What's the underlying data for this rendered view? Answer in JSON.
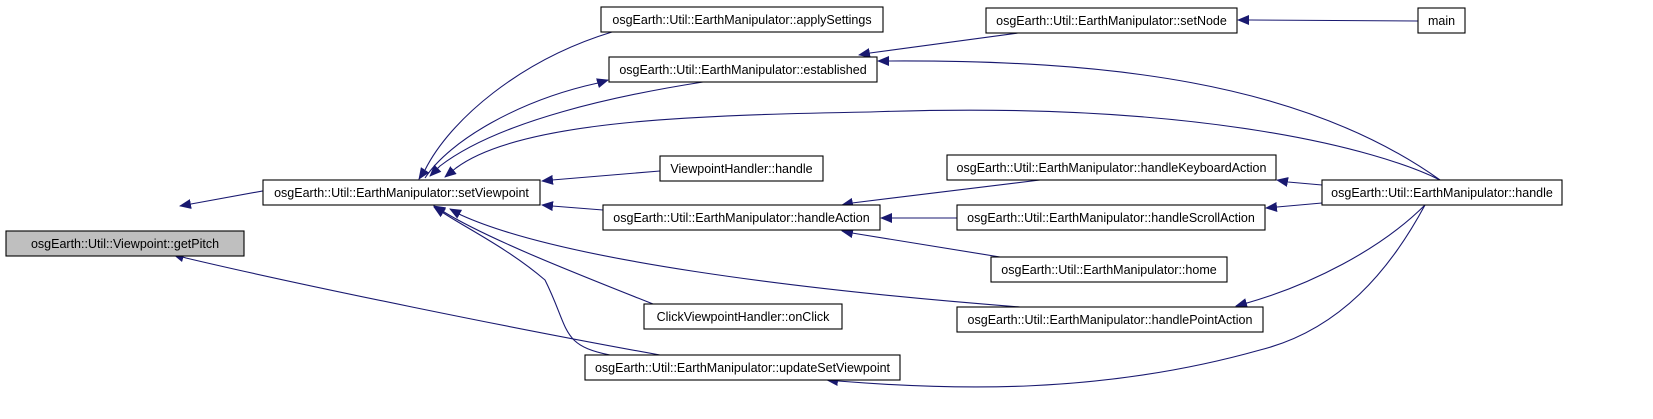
{
  "colors": {
    "node_fill": "#ffffff",
    "highlight_fill": "#bfbfbf",
    "node_border": "#000000",
    "edge": "#191970"
  },
  "nodes": [
    {
      "id": "getPitch",
      "label": "osgEarth::Util::Viewpoint::getPitch",
      "highlight": true
    },
    {
      "id": "setViewpoint",
      "label": "osgEarth::Util::EarthManipulator::setViewpoint"
    },
    {
      "id": "applySettings",
      "label": "osgEarth::Util::EarthManipulator::applySettings"
    },
    {
      "id": "established",
      "label": "osgEarth::Util::EarthManipulator::established"
    },
    {
      "id": "setNode",
      "label": "osgEarth::Util::EarthManipulator::setNode"
    },
    {
      "id": "main",
      "label": "main"
    },
    {
      "id": "vpHandle",
      "label": "ViewpointHandler::handle"
    },
    {
      "id": "handleKeyboard",
      "label": "osgEarth::Util::EarthManipulator::handleKeyboardAction"
    },
    {
      "id": "handleAction",
      "label": "osgEarth::Util::EarthManipulator::handleAction"
    },
    {
      "id": "handleScroll",
      "label": "osgEarth::Util::EarthManipulator::handleScrollAction"
    },
    {
      "id": "emHandle",
      "label": "osgEarth::Util::EarthManipulator::handle"
    },
    {
      "id": "home",
      "label": "osgEarth::Util::EarthManipulator::home"
    },
    {
      "id": "onClick",
      "label": "ClickViewpointHandler::onClick"
    },
    {
      "id": "handlePoint",
      "label": "osgEarth::Util::EarthManipulator::handlePointAction"
    },
    {
      "id": "updateSetViewpoint",
      "label": "osgEarth::Util::EarthManipulator::updateSetViewpoint"
    }
  ],
  "edges": [
    {
      "from": "setViewpoint",
      "to": "getPitch"
    },
    {
      "from": "updateSetViewpoint",
      "to": "getPitch"
    },
    {
      "from": "applySettings",
      "to": "setViewpoint"
    },
    {
      "from": "established",
      "to": "setViewpoint"
    },
    {
      "from": "emHandle",
      "to": "setViewpoint"
    },
    {
      "from": "vpHandle",
      "to": "setViewpoint"
    },
    {
      "from": "handleAction",
      "to": "setViewpoint"
    },
    {
      "from": "onClick",
      "to": "setViewpoint"
    },
    {
      "from": "handlePoint",
      "to": "setViewpoint"
    },
    {
      "from": "updateSetViewpoint",
      "to": "setViewpoint"
    },
    {
      "from": "updateSetViewpoint",
      "to": "established"
    },
    {
      "from": "setNode",
      "to": "established"
    },
    {
      "from": "emHandle",
      "to": "established"
    },
    {
      "from": "main",
      "to": "setNode"
    },
    {
      "from": "handleKeyboard",
      "to": "handleAction"
    },
    {
      "from": "handleScroll",
      "to": "handleAction"
    },
    {
      "from": "home",
      "to": "handleAction"
    },
    {
      "from": "emHandle",
      "to": "handleKeyboard"
    },
    {
      "from": "emHandle",
      "to": "handleScroll"
    },
    {
      "from": "emHandle",
      "to": "handlePoint"
    },
    {
      "from": "emHandle",
      "to": "updateSetViewpoint"
    }
  ]
}
